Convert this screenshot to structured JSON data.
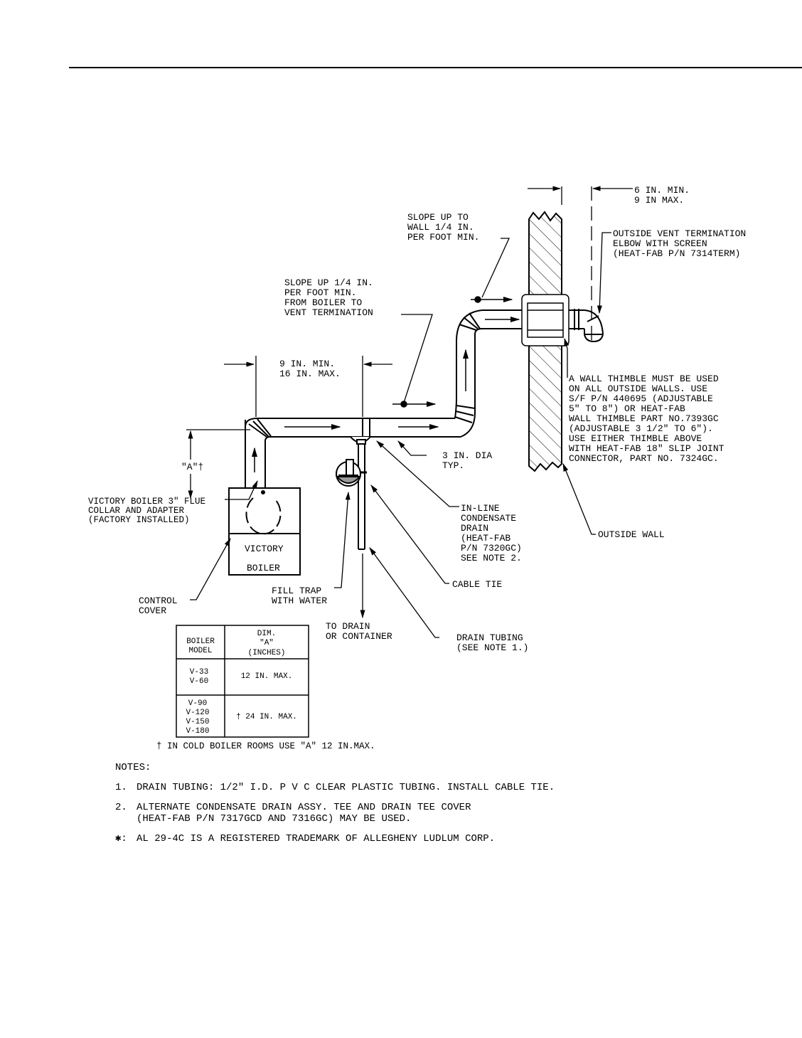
{
  "labels": {
    "wall_gap": [
      "6 IN. MIN.",
      "9 IN MAX."
    ],
    "slope_wall": [
      "SLOPE UP TO",
      "WALL 1/4 IN.",
      "PER FOOT MIN."
    ],
    "vent_termination": [
      "OUTSIDE VENT TERMINATION",
      "ELBOW WITH SCREEN",
      "(HEAT-FAB P/N 7314TERM)"
    ],
    "slope_boiler": [
      "SLOPE UP 1/4 IN.",
      "PER FOOT MIN.",
      "FROM BOILER TO",
      "VENT TERMINATION"
    ],
    "run_length": [
      "9 IN. MIN.",
      "16 IN. MAX."
    ],
    "wall_thimble": [
      "A WALL THIMBLE MUST BE USED",
      "ON ALL OUTSIDE WALLS. USE",
      "S/F P/N 440695 (ADJUSTABLE",
      "5\" TO 8\") OR HEAT-FAB",
      "WALL THIMBLE PART NO.7393GC",
      "(ADJUSTABLE 3 1/2\" TO 6\").",
      "USE EITHER THIMBLE ABOVE",
      "WITH HEAT-FAB 18\" SLIP JOINT",
      "CONNECTOR, PART NO. 7324GC."
    ],
    "dim_a": "\"A\"†",
    "pipe_dia": [
      "3 IN. DIA",
      "TYP."
    ],
    "flue_collar": [
      "VICTORY BOILER 3\" FLUE",
      "COLLAR AND ADAPTER",
      "(FACTORY INSTALLED)"
    ],
    "condensate_drain": [
      "IN-LINE",
      "CONDENSATE",
      "DRAIN",
      "(HEAT-FAB",
      "P/N 7320GC)",
      "SEE NOTE 2."
    ],
    "outside_wall": "OUTSIDE WALL",
    "boiler_name": [
      "VICTORY",
      "BOILER"
    ],
    "cable_tie": "CABLE TIE",
    "fill_trap": [
      "FILL TRAP",
      "WITH WATER"
    ],
    "control_cover": [
      "CONTROL",
      "COVER"
    ],
    "to_drain": [
      "TO DRAIN",
      "OR CONTAINER"
    ],
    "drain_tubing": [
      "DRAIN TUBING",
      "(SEE NOTE 1.)"
    ]
  },
  "table": {
    "header_model": [
      "BOILER",
      "MODEL"
    ],
    "header_dim": [
      "DIM.",
      "\"A\"",
      "(INCHES)"
    ],
    "rows": [
      {
        "models": [
          "V-33",
          "V-60"
        ],
        "dim": "12 IN. MAX."
      },
      {
        "models": [
          "V-90",
          "V-120",
          "V-150",
          "V-180"
        ],
        "dim": "† 24 IN. MAX."
      }
    ],
    "footnote": "† IN COLD BOILER ROOMS USE \"A\" 12 IN.MAX."
  },
  "notes": {
    "title": "NOTES:",
    "items": [
      {
        "num": "1.",
        "lines": [
          "DRAIN TUBING: 1/2\" I.D. P V C CLEAR PLASTIC TUBING. INSTALL CABLE TIE."
        ]
      },
      {
        "num": "2.",
        "lines": [
          "ALTERNATE CONDENSATE DRAIN ASSY. TEE AND DRAIN TEE COVER",
          "(HEAT-FAB P/N 7317GCD AND 7316GC) MAY BE USED."
        ]
      },
      {
        "num": "✱:",
        "lines": [
          "AL 29-4C IS A REGISTERED TRADEMARK OF ALLEGHENY LUDLUM CORP."
        ]
      }
    ]
  }
}
